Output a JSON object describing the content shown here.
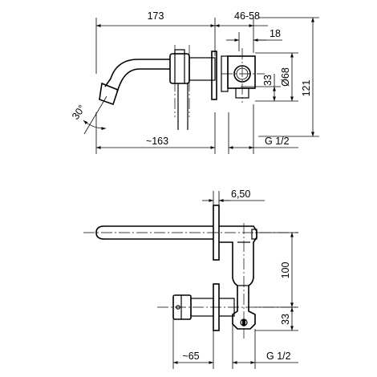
{
  "top_view": {
    "dims": {
      "total_length": "173",
      "wall_range": "46-58",
      "body_depth": "18",
      "height_33": "33",
      "plate_diameter": "Ø68",
      "height_121": "121",
      "spout_length": "~163",
      "thread": "G 1/2",
      "angle": "30°"
    }
  },
  "bottom_view": {
    "dims": {
      "plate_thickness": "6,50",
      "spacing_100": "100",
      "height_33": "33",
      "spout_length": "~65",
      "thread": "G 1/2"
    }
  }
}
